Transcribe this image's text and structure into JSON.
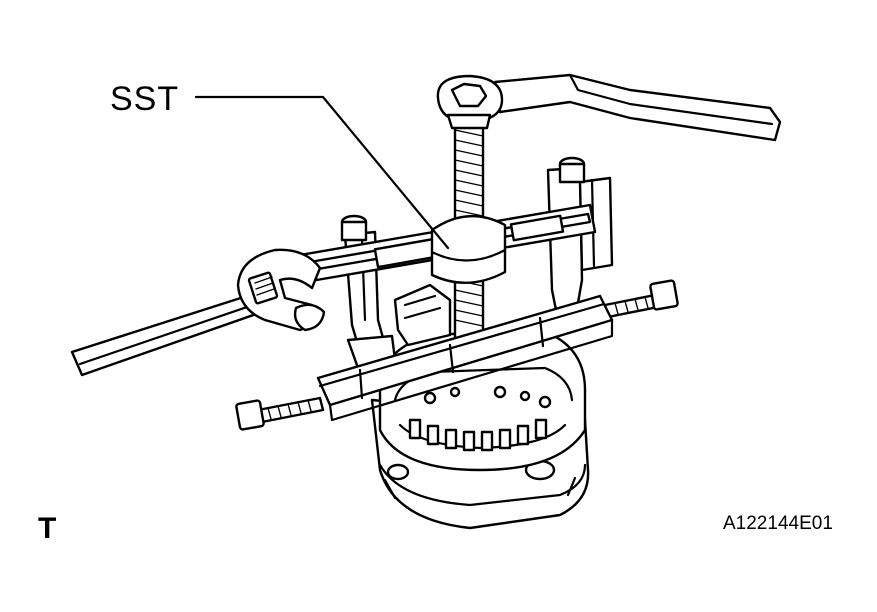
{
  "figure": {
    "callout_label": "SST",
    "view_marker": "T",
    "figure_id": "A122144E01"
  },
  "parts": [
    "handle-bar",
    "hex-nut",
    "threaded-center-bolt",
    "puller-crossbar",
    "puller-leg-left",
    "puller-leg-right",
    "clamp-plate",
    "clamp-bolt",
    "adjustable-wrench",
    "alternator"
  ]
}
